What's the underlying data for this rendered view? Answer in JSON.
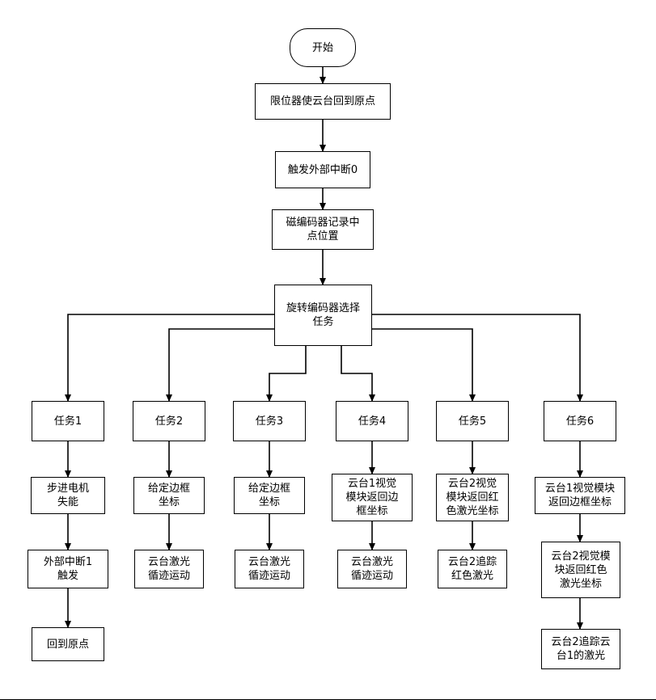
{
  "nodes": {
    "start": "开始",
    "limit": "限位器使云台回到原点",
    "interrupt0": "触发外部中断0",
    "magnetic": "磁编码器记录中\n点位置",
    "rotary": "旋转编码器选择\n任务",
    "task1": "任务1",
    "task2": "任务2",
    "task3": "任务3",
    "task4": "任务4",
    "task5": "任务5",
    "task6": "任务6",
    "t1_a": "步进电机\n失能",
    "t1_b": "外部中断1\n触发",
    "t1_c": "回到原点",
    "t2_a": "给定边框\n坐标",
    "t2_b": "云台激光\n循迹运动",
    "t3_a": "给定边框\n坐标",
    "t3_b": "云台激光\n循迹运动",
    "t4_a": "云台1视觉\n模块返回边\n框坐标",
    "t4_b": "云台激光\n循迹运动",
    "t5_a": "云台2视觉\n模块返回红\n色激光坐标",
    "t5_b": "云台2追踪\n红色激光",
    "t6_a": "云台1视觉模块\n返回边框坐标",
    "t6_b": "云台2视觉模\n块返回红色\n激光坐标",
    "t6_c": "云台2追踪云\n台1的激光"
  }
}
